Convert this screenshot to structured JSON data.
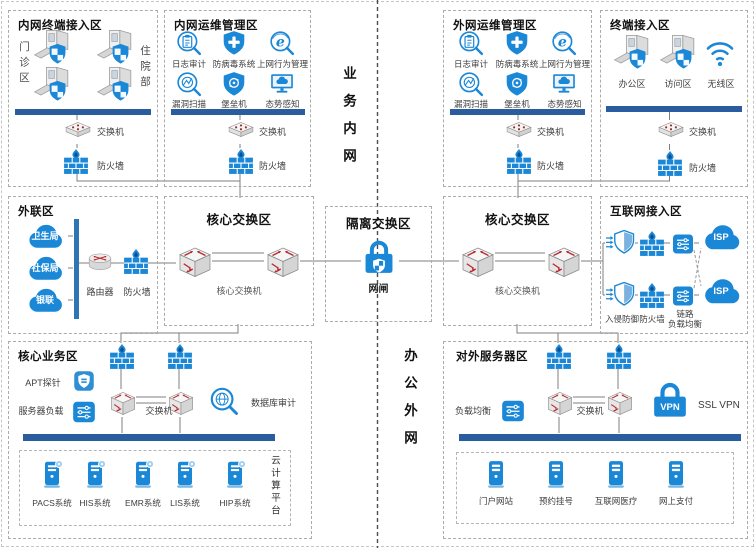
{
  "colors": {
    "primary": "#1a87d7",
    "bus_bar": "#2a5d9e",
    "connector": "#7f7f7f"
  },
  "dividers": {
    "intranet": "业务内网",
    "extranet": "办公外网"
  },
  "zones": {
    "terminal_in": {
      "title": "内网终端接入区",
      "area_left": "门诊区",
      "area_right": "住院部",
      "switch_label": "交换机",
      "firewall_label": "防火墙"
    },
    "ops_in": {
      "title": "内网运维管理区",
      "items": [
        "日志审计",
        "防病毒系统",
        "上网行为管理",
        "漏洞扫描",
        "堡垒机",
        "态势感知"
      ],
      "switch_label": "交换机",
      "firewall_label": "防火墙"
    },
    "ops_out": {
      "title": "外网运维管理区",
      "items": [
        "日志审计",
        "防病毒系统",
        "上网行为管理",
        "漏洞扫描",
        "堡垒机",
        "态势感知"
      ],
      "switch_label": "交换机",
      "firewall_label": "防火墙"
    },
    "terminal_out": {
      "title": "终端接入区",
      "areas": [
        "办公区",
        "访问区",
        "无线区"
      ],
      "switch_label": "交换机",
      "firewall_label": "防火墙"
    },
    "external_link": {
      "title": "外联区",
      "clouds": [
        "卫生局",
        "社保局",
        "银联"
      ],
      "router_label": "路由器",
      "firewall_label": "防火墙"
    },
    "core_in": {
      "title": "核心交换区",
      "label": "核心交换机"
    },
    "isolation": {
      "title": "隔离交换区",
      "label": "网闸"
    },
    "core_out": {
      "title": "核心交换区",
      "label": "核心交换机"
    },
    "internet": {
      "title": "互联网接入区",
      "ips_label": "入侵防御",
      "firewall_label": "防火墙",
      "lb_label_1": "链路",
      "lb_label_2": "负载均衡",
      "isp": "ISP"
    },
    "core_business": {
      "title": "核心业务区",
      "apt_label": "APT探针",
      "server_lb_label": "服务器负载",
      "switch_label": "交换机",
      "db_audit_label": "数据库审计",
      "platform_label": "云计算平台",
      "servers": [
        "PACS系统",
        "HIS系统",
        "EMR系统",
        "LIS系统",
        "HIP系统"
      ]
    },
    "external_servers": {
      "title": "对外服务器区",
      "lb_label": "负载均衡",
      "switch_label": "交换机",
      "vpn_text": "VPN",
      "vpn_label": "SSL VPN",
      "servers": [
        "门户网站",
        "预约挂号",
        "互联网医疗",
        "网上支付"
      ]
    }
  }
}
